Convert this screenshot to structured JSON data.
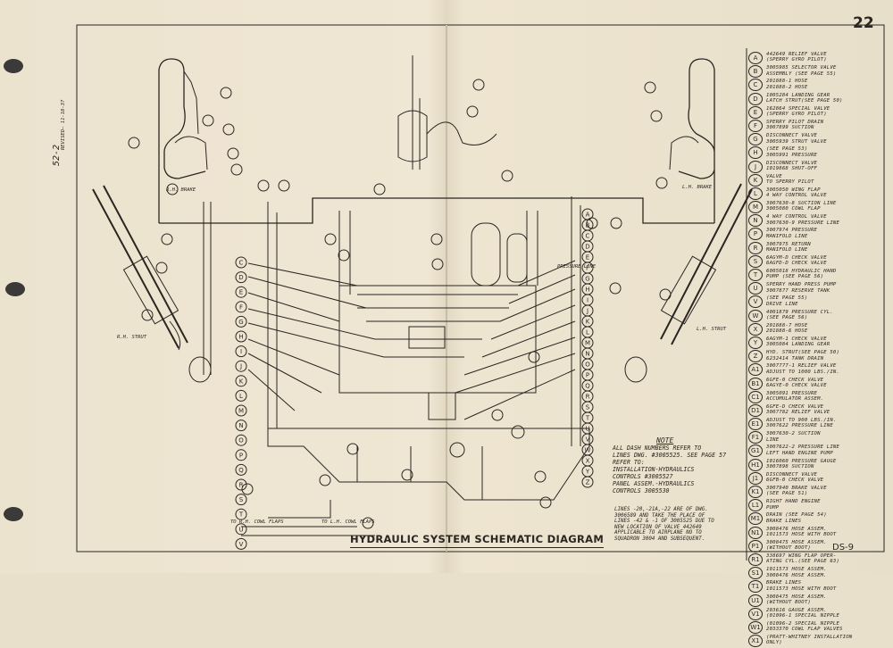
{
  "title": "HYDRAULIC SYSTEM SCHEMATIC DIAGRAM",
  "page_number": "22",
  "sheet_id": "DS-9",
  "side_code": "52-2",
  "revised": "REVISED— 11-18-37",
  "labels": {
    "rh_brake": "R.H. BRAKE",
    "lh_brake": "L.H. BRAKE",
    "rh_strut": "R.H. STRUT",
    "lh_strut": "L.H. STRUT",
    "rh_cowl_flaps": "TO R.H. COWL FLAPS",
    "lh_cowl_flaps": "TO L.H. COWL FLAPS",
    "pressure_line": "PRESSURE LINE"
  },
  "note": {
    "heading": "NOTE",
    "text": "ALL DASH NUMBERS REFER TO\nLINES DWG. #3005525. SEE PAGE 57\nREFER TO:\n  INSTALLATION-HYDRAULICS\n  CONTROLS #3005527\n  PANEL ASSEM.-HYDRAULICS\n  CONTROLS 3005530"
  },
  "lines_note": "LINES -20,-21A,-22 ARE OF DWG.\n3006589 AND TAKE THE PLACE OF\nLINES -42 & -1 OF 3005525 DUE TO\nNEW LOCATION OF VALVE 442649\nAPPLICABLE TO AIRPLANE NO TO\nSQUADRON 3004 AND SUBSEQUENT.",
  "legend": [
    {
      "key": "A",
      "desc": "442649 RELIEF VALVE\n(SPERRY GYRO PILOT)"
    },
    {
      "key": "B",
      "desc": "3005985 SELECTOR VALVE\nASSEMBLY (SEE PAGE 55)"
    },
    {
      "key": "C",
      "desc": "201888-1 HOSE\n201888-2 HOSE"
    },
    {
      "key": "D",
      "desc": "1005284 LANDING GEAR\nLATCH STRUT(SEE PAGE 50)"
    },
    {
      "key": "E",
      "desc": "162864 SPECIAL VALVE\n(SPERRY GYRO PILOT)"
    },
    {
      "key": "F",
      "desc": "SPERRY PILOT DRAIN\n3007899 SUCTION"
    },
    {
      "key": "G",
      "desc": "DISCONNECT VALVE\n3005939 STRUT VALVE"
    },
    {
      "key": "H",
      "desc": "(SEE PAGE 53)\n3005991 PRESSURE"
    },
    {
      "key": "J",
      "desc": "DISCONNECT VALVE\n1019868 SHUT-OFF"
    },
    {
      "key": "K",
      "desc": "VALVE\nTO SPERRY PILOT"
    },
    {
      "key": "L",
      "desc": "3005050 WING FLAP\n4 WAY CONTROL VALVE"
    },
    {
      "key": "M",
      "desc": "3007630-8 SUCTION LINE\n3005080 COWL FLAP"
    },
    {
      "key": "N",
      "desc": "4 WAY CONTROL VALVE\n3007630-9 PRESSURE LINE"
    },
    {
      "key": "P",
      "desc": "3007974 PRESSURE\nMANIFOLD LINE"
    },
    {
      "key": "R",
      "desc": "3007975 RETURN\nMANIFOLD LINE"
    },
    {
      "key": "S",
      "desc": "6AGYM-D CHECK VALVE\n6AGFD-D CHECK VALVE"
    },
    {
      "key": "T",
      "desc": "6005018 HYDRAULIC HAND\nPUMP (SEE PAGE 56)"
    },
    {
      "key": "U",
      "desc": "SPERRY HAND PRESS PUMP\n3007877 RESERVE TANK"
    },
    {
      "key": "V",
      "desc": "(SEE PAGE 55)\nDRIVE LINE"
    },
    {
      "key": "W",
      "desc": "4001879 PRESSURE CYL.\n(SEE PAGE 56)"
    },
    {
      "key": "X",
      "desc": "201888-7 HOSE\n201888-6 HOSE"
    },
    {
      "key": "Y",
      "desc": "6AGYM-1 CHECK VALVE\n3005084 LANDING GEAR"
    },
    {
      "key": "Z",
      "desc": "HYD. STRUT(SEE PAGE 50)\n6232414 TANK DRAIN"
    },
    {
      "key": "A1",
      "desc": "3007777-1 RELIEF VALVE\nADJUST TO 1000 LBS./IN."
    },
    {
      "key": "B1",
      "desc": "6GFE-0 CHECK VALVE\n6AGYE-0 CHECK VALVE"
    },
    {
      "key": "C1",
      "desc": "3005091 PRESSURE\nACCUMULATOR ASSEM."
    },
    {
      "key": "D1",
      "desc": "6GFE-D CHECK VALVE\n3007782 RELIEF VALVE"
    },
    {
      "key": "E1",
      "desc": "ADJUST TO 900 LBS./IN.\n3007622 PRESSURE LINE"
    },
    {
      "key": "F1",
      "desc": "3007630-2 SUCTION\nLINE"
    },
    {
      "key": "G1",
      "desc": "3007622-2 PRESSURE LINE\nLEFT HAND ENGINE PUMP"
    },
    {
      "key": "H1",
      "desc": "1016060 PRESSURE GAUGE\n3007898 SUCTION"
    },
    {
      "key": "J1",
      "desc": "DISCONNECT VALVE\n6GFB-0 CHECK VALVE"
    },
    {
      "key": "K1",
      "desc": "3007940 BRAKE VALVE\n(SEE PAGE 51)"
    },
    {
      "key": "L1",
      "desc": "RIGHT HAND ENGINE\nPUMP"
    },
    {
      "key": "M1",
      "desc": "DRAIN (SEE PAGE 54)\nBRAKE LINES"
    },
    {
      "key": "N1",
      "desc": "3008476 HOSE ASSEM.\n1011573 HOSE WITH BOOT"
    },
    {
      "key": "P1",
      "desc": "3008475 HOSE ASSEM.\n(WITHOUT BOOT)"
    },
    {
      "key": "R1",
      "desc": "338697 WING FLAP OPER-\nATING CYL.(SEE PAGE 63)"
    },
    {
      "key": "S1",
      "desc": "1011573 HOSE ASSEM.\n3008476 HOSE ASSEM."
    },
    {
      "key": "T1",
      "desc": "BRAKE LINES\n1011573 HOSE WITH BOOT"
    },
    {
      "key": "U1",
      "desc": "3008475 HOSE ASSEM.\n(WITHOUT BOOT)"
    },
    {
      "key": "V1",
      "desc": "203616 GAUGE ASSEM.\n(01096-1 SPECIAL NIPPLE"
    },
    {
      "key": "W1",
      "desc": "(01096-2 SPECIAL NIPPLE\n2033370 COWL FLAP VALVES"
    },
    {
      "key": "X1",
      "desc": "(PRATT-WHITNEY INSTALLATION\nONLY)"
    }
  ],
  "left_column_keys": [
    "C",
    "D",
    "E",
    "F",
    "G",
    "H",
    "I",
    "J",
    "K",
    "L",
    "M",
    "N",
    "O",
    "P",
    "Q",
    "R",
    "S",
    "T",
    "U",
    "V"
  ],
  "right_column_keys": [
    "A",
    "B",
    "C",
    "D",
    "E",
    "F",
    "G",
    "H",
    "I",
    "J",
    "K",
    "L",
    "M",
    "N",
    "O",
    "P",
    "Q",
    "R",
    "S",
    "T",
    "U",
    "V",
    "W",
    "X",
    "Y",
    "Z"
  ]
}
